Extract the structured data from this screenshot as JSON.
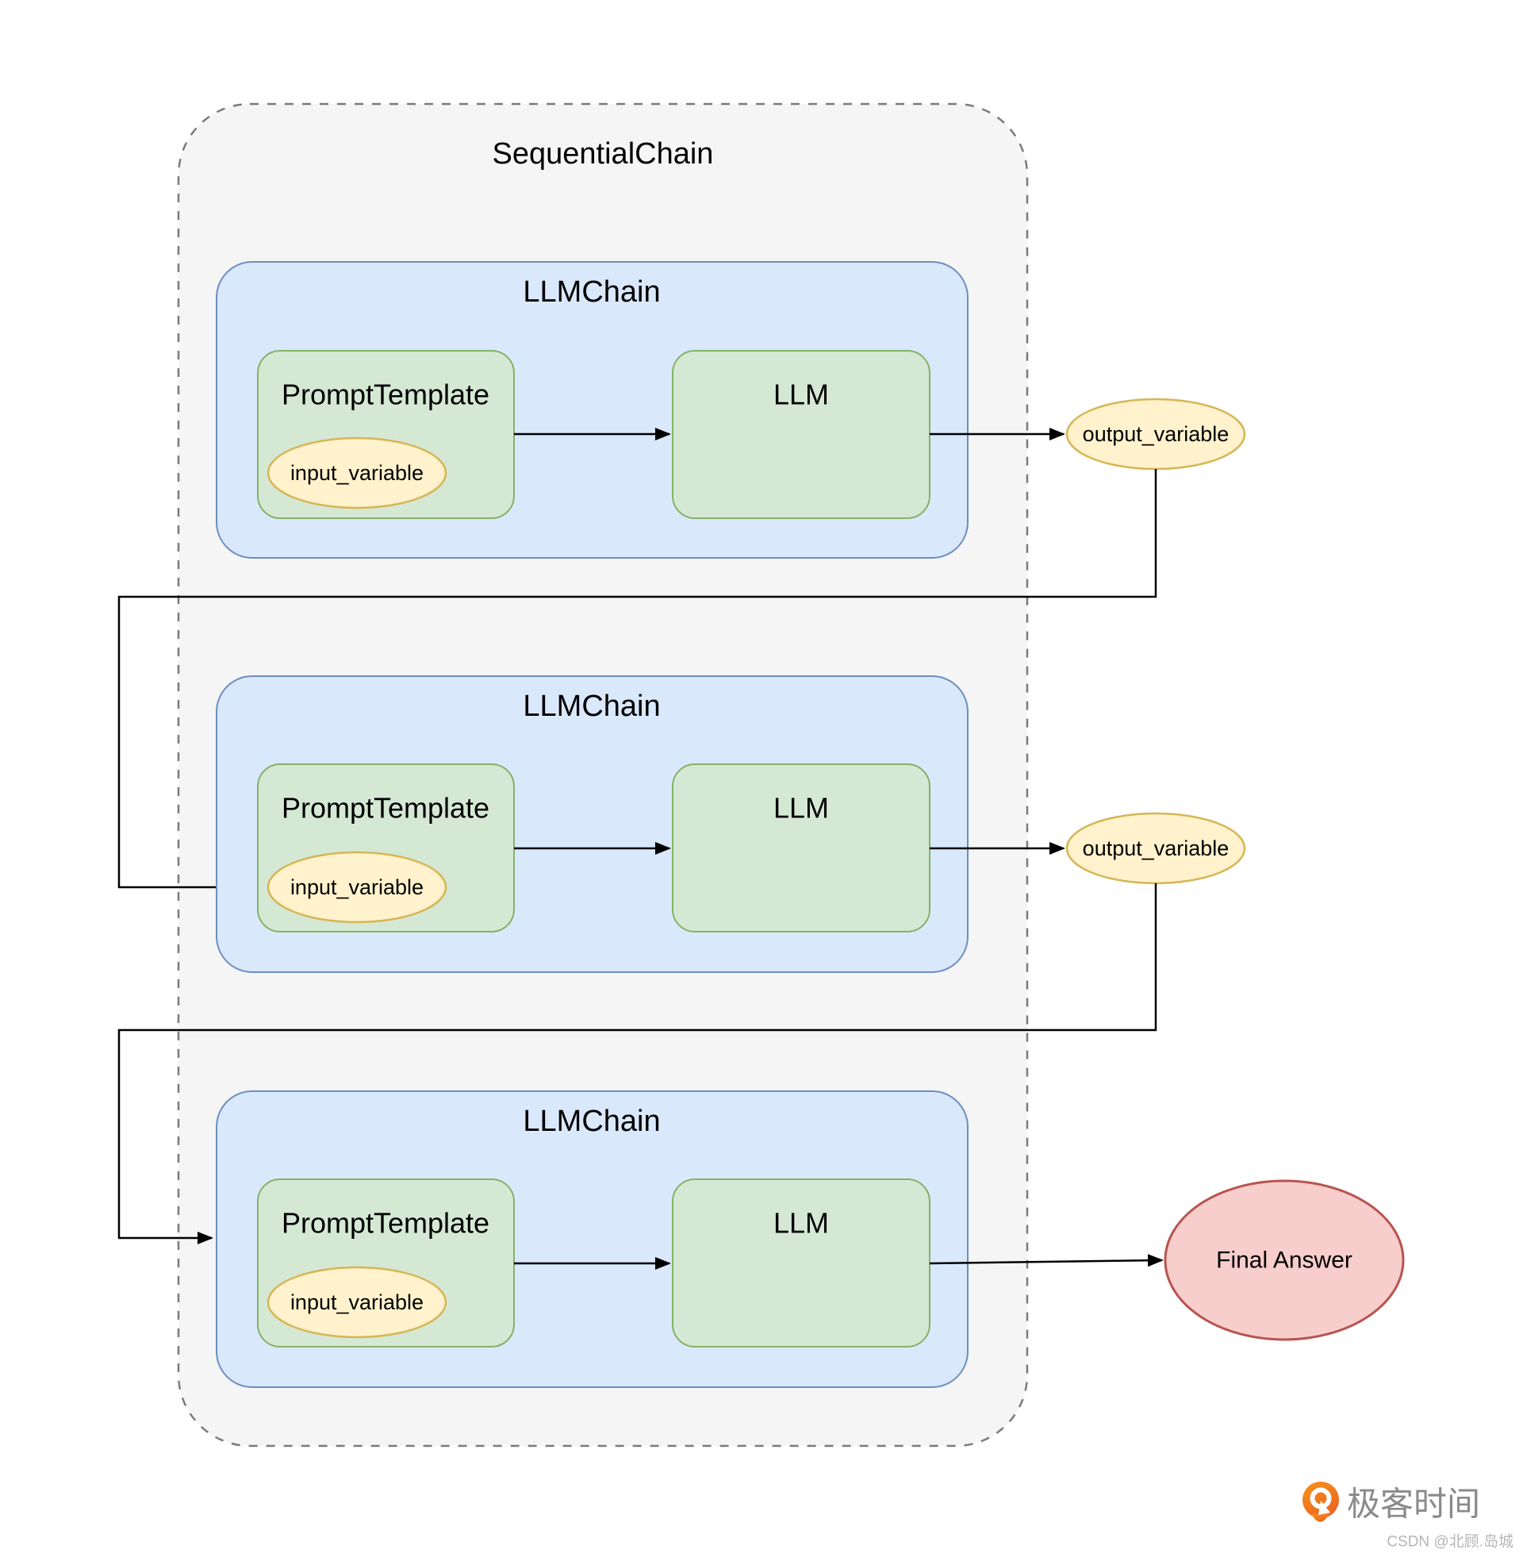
{
  "container": {
    "label": "SequentialChain"
  },
  "chains": [
    {
      "label": "LLMChain",
      "prompt_template": {
        "label": "PromptTemplate",
        "input_variable": "input_variable"
      },
      "llm": {
        "label": "LLM"
      },
      "output_variable": "output_variable"
    },
    {
      "label": "LLMChain",
      "prompt_template": {
        "label": "PromptTemplate",
        "input_variable": "input_variable"
      },
      "llm": {
        "label": "LLM"
      },
      "output_variable": "output_variable"
    },
    {
      "label": "LLMChain",
      "prompt_template": {
        "label": "PromptTemplate",
        "input_variable": "input_variable"
      },
      "llm": {
        "label": "LLM"
      }
    }
  ],
  "final_answer": {
    "label": "Final Answer"
  },
  "watermark": {
    "brand": "极客时间",
    "credit": "CSDN @北顾.岛城"
  },
  "colors": {
    "container_fill": "#f5f5f5",
    "container_stroke": "#7b7b7b",
    "chain_fill": "#dae8fc",
    "chain_stroke": "#6c8ebf",
    "node_fill": "#d5e8d4",
    "node_stroke": "#82b366",
    "variable_fill": "#fff2cc",
    "variable_stroke": "#d6b656",
    "final_fill": "#f8cecc",
    "final_stroke": "#b85450",
    "brand_text": "#8a8a8a",
    "credit_text": "#b5b5b5",
    "logo_orange_light": "#f7951d",
    "logo_orange_dark": "#ec6420"
  }
}
